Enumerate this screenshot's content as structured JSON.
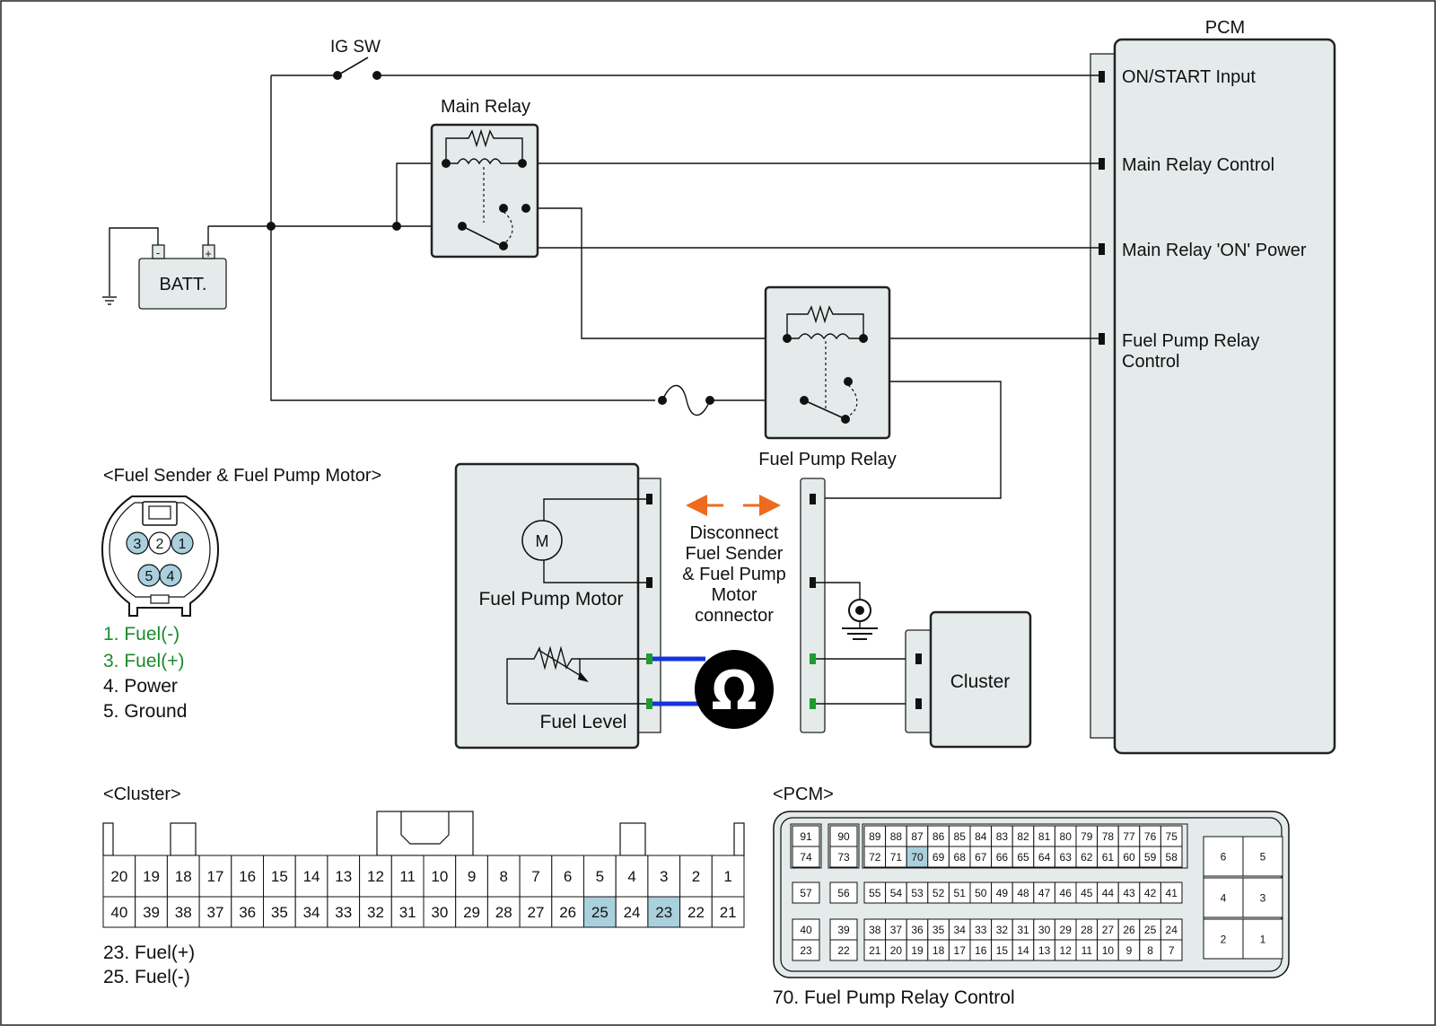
{
  "colors": {
    "box_fill": "#e5ebeb",
    "highlight_pin": "#a9d0dc",
    "legend_green": "#1b8a2c",
    "probe_blue": "#1533e0",
    "arrow_orange": "#ee6a1e",
    "green_terminal": "#1f9b2e"
  },
  "ig_switch": {
    "label": "IG SW"
  },
  "battery": {
    "label": "BATT.",
    "neg_sign": "-",
    "pos_sign": "+"
  },
  "main_relay": {
    "label": "Main Relay"
  },
  "fuel_pump_relay": {
    "label": "Fuel Pump Relay"
  },
  "pcm": {
    "title": "PCM",
    "inputs": [
      {
        "label": "ON/START Input"
      },
      {
        "label": "Main Relay Control"
      },
      {
        "label": "Main Relay 'ON' Power"
      },
      {
        "label_line1": "Fuel Pump Relay",
        "label_line2": "Control"
      }
    ]
  },
  "fuel_module": {
    "motor_symbol": "M",
    "motor_label": "Fuel Pump Motor",
    "level_label": "Fuel Level"
  },
  "disconnect_note": [
    "Disconnect",
    "Fuel Sender",
    "& Fuel Pump",
    "Motor",
    "connector"
  ],
  "ohmmeter": {
    "symbol": "Ω",
    "icon": "ohmmeter-icon"
  },
  "cluster": {
    "label": "Cluster"
  },
  "fuel_sender_connector": {
    "title": "<Fuel Sender & Fuel Pump Motor>",
    "top_pins": [
      "3",
      "2",
      "1"
    ],
    "bottom_pins": [
      "5",
      "4"
    ],
    "legend": [
      "1. Fuel(-)",
      "3. Fuel(+)",
      "4. Power",
      "5. Ground"
    ]
  },
  "cluster_connector": {
    "title": "<Cluster>",
    "row1": [
      "20",
      "19",
      "18",
      "17",
      "16",
      "15",
      "14",
      "13",
      "12",
      "11",
      "10",
      "9",
      "8",
      "7",
      "6",
      "5",
      "4",
      "3",
      "2",
      "1"
    ],
    "row2": [
      "40",
      "39",
      "38",
      "37",
      "36",
      "35",
      "34",
      "33",
      "32",
      "31",
      "30",
      "29",
      "28",
      "27",
      "26",
      "25",
      "24",
      "23",
      "22",
      "21"
    ],
    "highlighted": [
      "25",
      "23"
    ],
    "legend": [
      "23. Fuel(+)",
      "25. Fuel(-)"
    ]
  },
  "pcm_connector": {
    "title": "<PCM>",
    "rows": [
      {
        "a": "91",
        "b": "90",
        "main": [
          "89",
          "88",
          "87",
          "86",
          "85",
          "84",
          "83",
          "82",
          "81",
          "80",
          "79",
          "78",
          "77",
          "76",
          "75"
        ]
      },
      {
        "a": "74",
        "b": "73",
        "main": [
          "72",
          "71",
          "70",
          "69",
          "68",
          "67",
          "66",
          "65",
          "64",
          "63",
          "62",
          "61",
          "60",
          "59",
          "58"
        ]
      },
      {
        "a": "57",
        "b": "56",
        "main": [
          "55",
          "54",
          "53",
          "52",
          "51",
          "50",
          "49",
          "48",
          "47",
          "46",
          "45",
          "44",
          "43",
          "42",
          "41"
        ]
      },
      {
        "a": "40",
        "b": "39",
        "main": [
          "38",
          "37",
          "36",
          "35",
          "34",
          "33",
          "32",
          "31",
          "30",
          "29",
          "28",
          "27",
          "26",
          "25",
          "24"
        ]
      },
      {
        "a": "23",
        "b": "22",
        "main": [
          "21",
          "20",
          "19",
          "18",
          "17",
          "16",
          "15",
          "14",
          "13",
          "12",
          "11",
          "10",
          "9",
          "8",
          "7"
        ]
      }
    ],
    "side": [
      [
        "6",
        "5"
      ],
      [
        "4",
        "3"
      ],
      [
        "2",
        "1"
      ]
    ],
    "highlighted": [
      "70"
    ],
    "legend": "70. Fuel Pump Relay Control"
  }
}
